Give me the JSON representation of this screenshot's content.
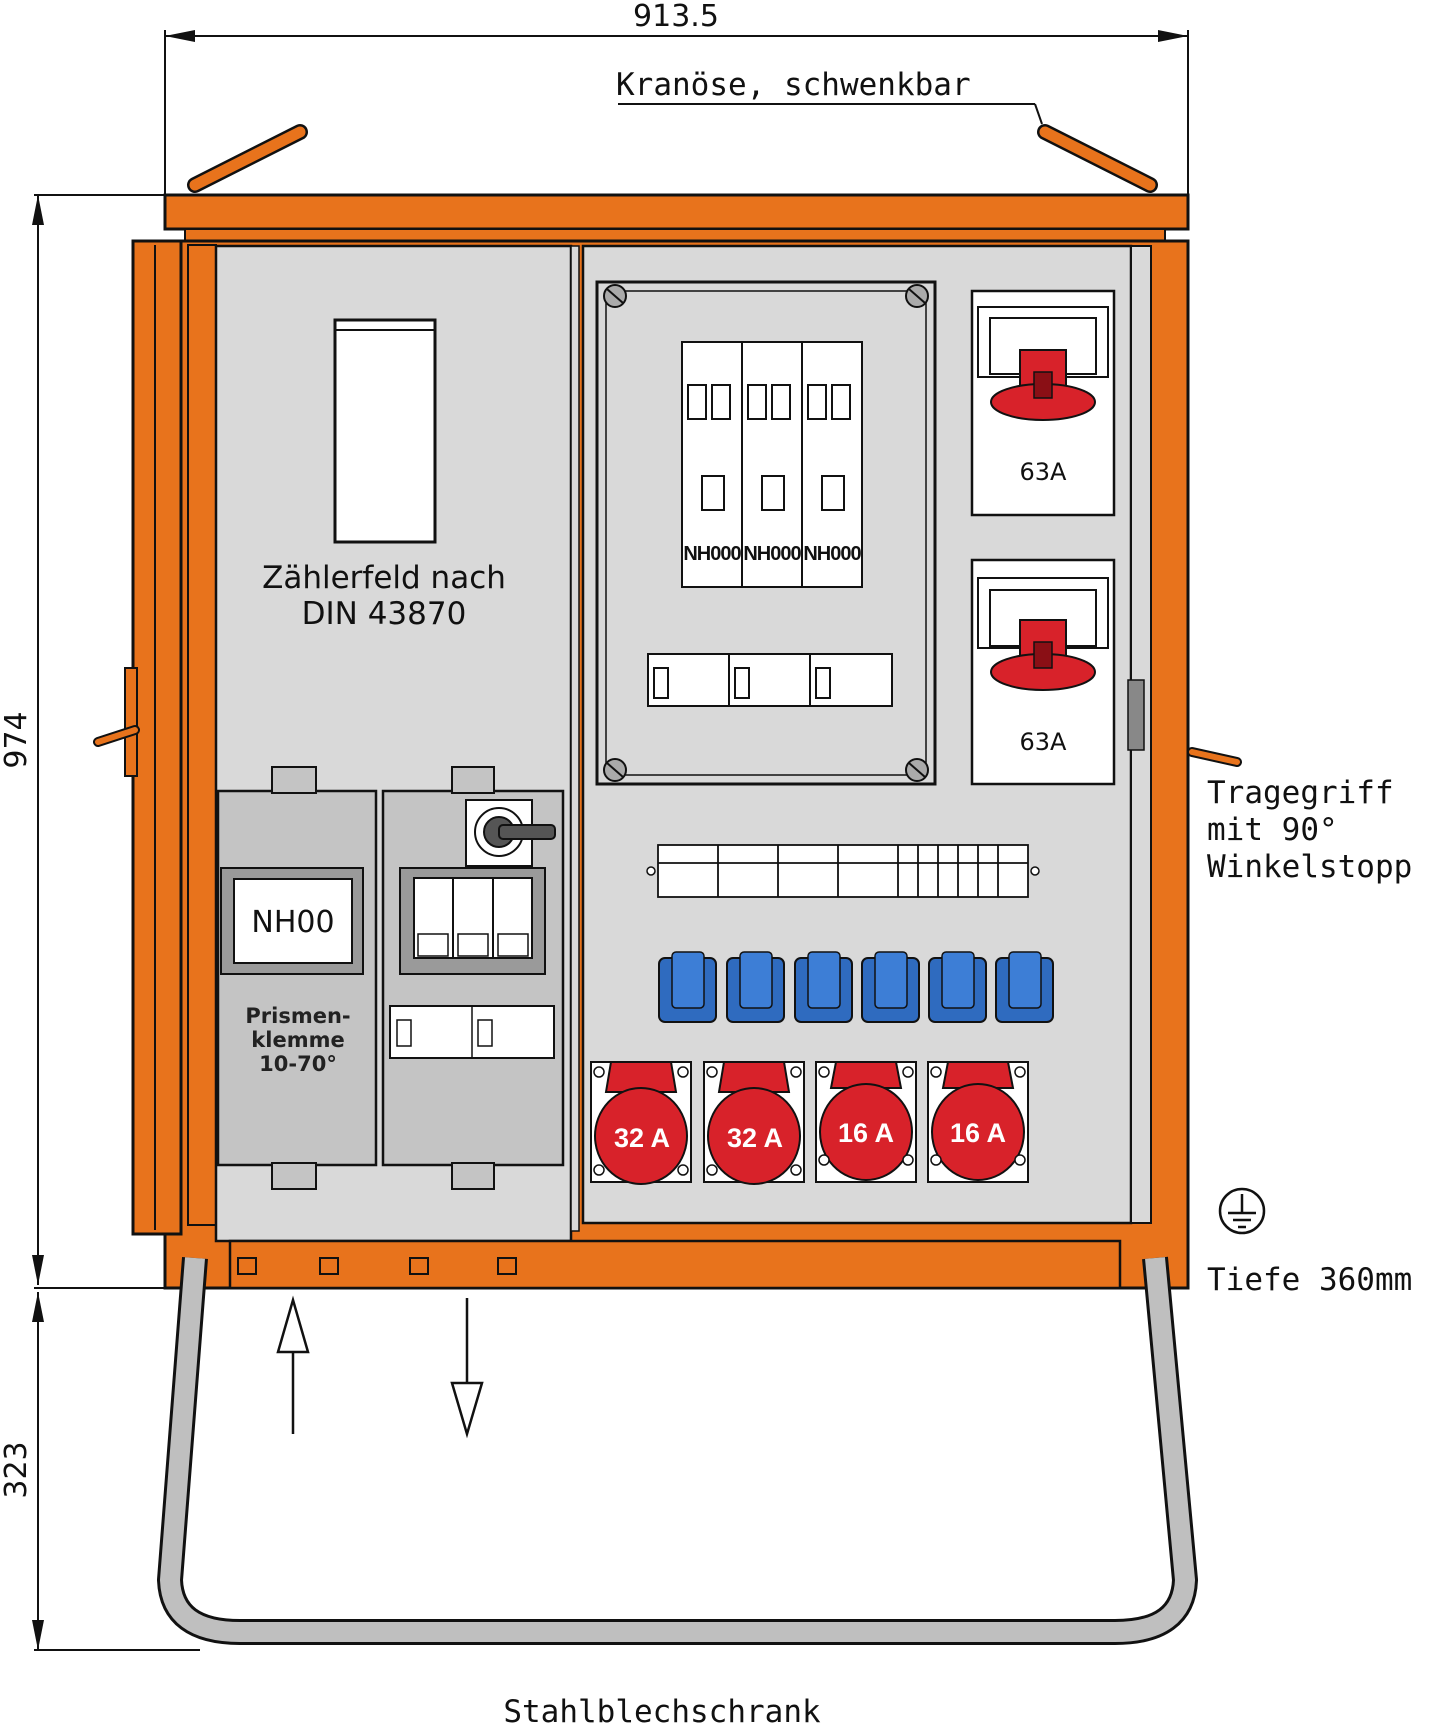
{
  "dimensions": {
    "width": "913.5",
    "height_cabinet": "974",
    "height_frame": "323"
  },
  "annotations": {
    "crane_eye": "Kranöse, schwenkbar",
    "handle_line1": "Tragegriff",
    "handle_line2": "mit 90°",
    "handle_line3": "Winkelstopp",
    "depth": "Tiefe 360mm",
    "material": "Stahlblechschrank"
  },
  "meter_field": {
    "line1": "Zählerfeld nach",
    "line2": "DIN 43870"
  },
  "main_fuse": {
    "label": "NH00",
    "terminal_line1": "Prismen-",
    "terminal_line2": "klemme",
    "terminal_line3": "10-70°"
  },
  "fuse_bases": [
    "NH000",
    "NH000",
    "NH000"
  ],
  "cee_63": [
    "63A",
    "63A"
  ],
  "cee_sockets": [
    "32 A",
    "32 A",
    "16 A",
    "16 A"
  ],
  "colors": {
    "housing": "#e8731c",
    "panel": "#d9d9d9",
    "cee_red": "#d8222a",
    "schuko_blue": "#2f6bbf",
    "frame": "#bfbfbf"
  }
}
